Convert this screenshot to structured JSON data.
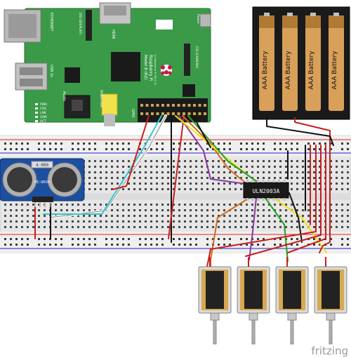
{
  "pi": {
    "ethernet": "ETHERNET",
    "hdmi": "HDMI",
    "usb": "USB 2x",
    "audio": "Audio",
    "video_out": "Video-Out",
    "gpio": "GPIO",
    "power": "Power",
    "model": "Raspberry Pi",
    "model_sub": "Model B (RZ)",
    "copyright": "(c) Raspberry Pi 2011.12",
    "csi": "CSI (CAMERA)",
    "dsi": "DSI (DISPLAY)",
    "leds": [
      "PWR",
      "FDX",
      "LNK",
      "10M",
      "ACT"
    ]
  },
  "sensor": {
    "top_label": "4-000",
    "model": "HC-SR04"
  },
  "driver_ic": {
    "label": "ULN2003A"
  },
  "battery": {
    "cell_label": "AAA Battery",
    "cells": 4
  },
  "solenoids": {
    "count": 4
  },
  "watermark": "fritzing",
  "colors": {
    "pcb": "#3a9a48",
    "pcb_dark": "#2f7f3c",
    "breadboard": "#e8e8e8",
    "wire_red": "#c81e1e",
    "wire_black": "#111111",
    "wire_yellow": "#f2e014",
    "wire_green": "#22a022",
    "wire_orange": "#d06a1a",
    "wire_purple": "#8a3aa0",
    "wire_cyan": "#30c8d0",
    "wire_white": "#f4f4f4",
    "battery_body": "#d9a05a",
    "solenoid_body": "#222222",
    "solenoid_coil": "#e0b870"
  }
}
